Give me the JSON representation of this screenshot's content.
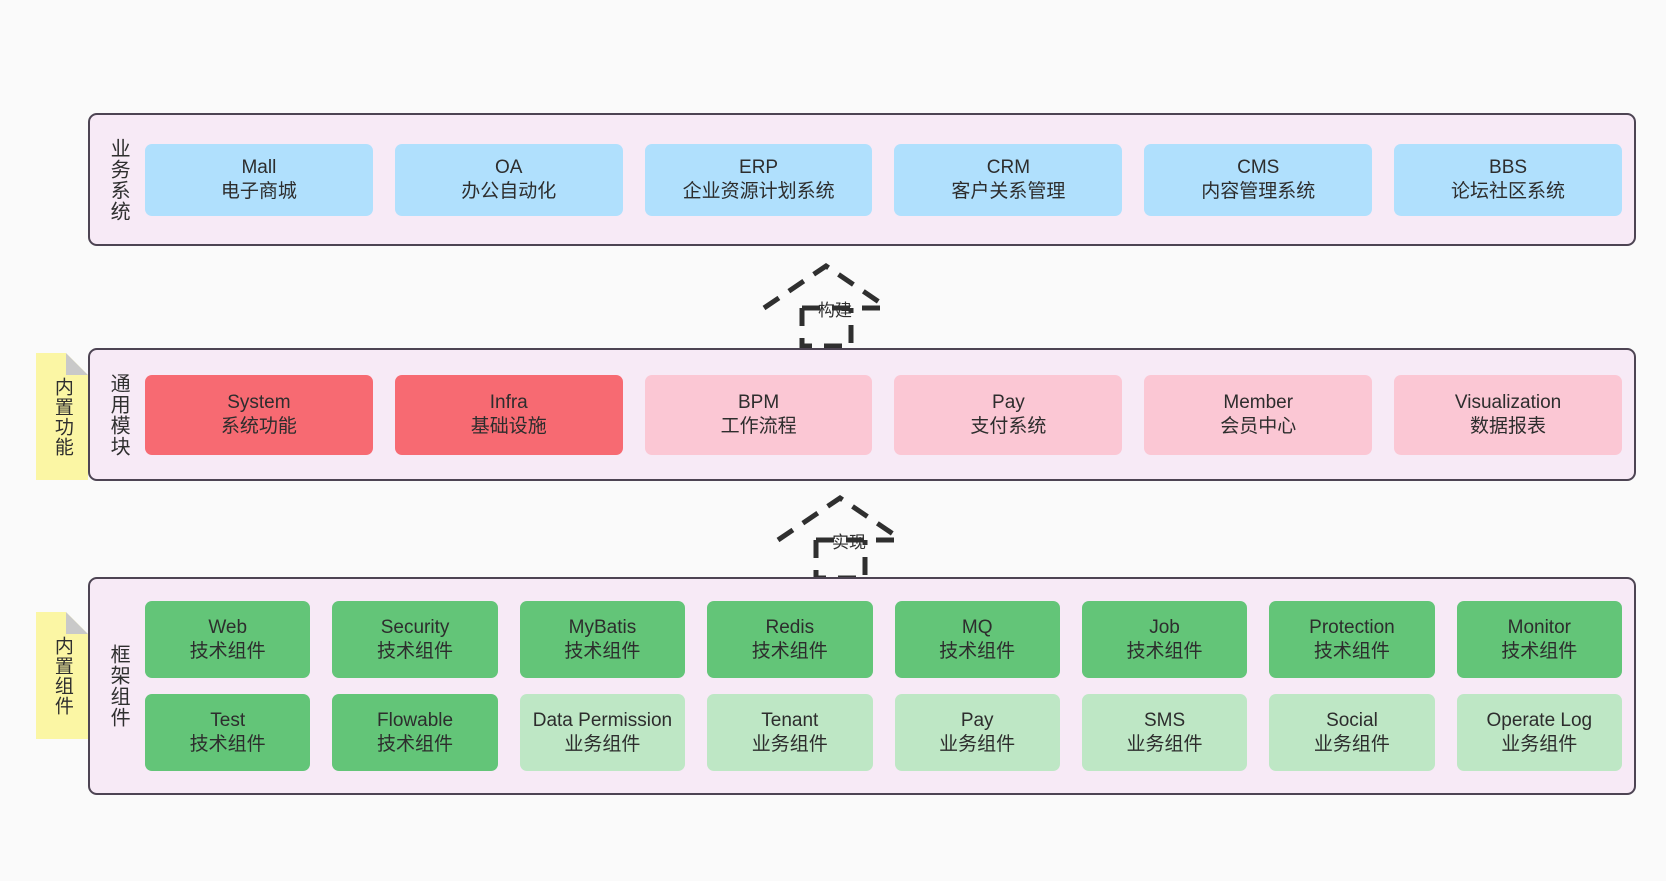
{
  "diagram": {
    "title_present": false,
    "colors": {
      "panel_bg": "#f7eaf6",
      "panel_border": "#4d4453",
      "blue": "#b0e0fd",
      "red": "#f76a72",
      "pink": "#fbc7d4",
      "green": "#63c578",
      "green_light": "#bee7c5",
      "note_yellow": "#fbf6a4",
      "note_fold": "#c9c9c9",
      "canvas_bg": "#fafafa"
    }
  },
  "layers": {
    "business": {
      "title": "业务系统",
      "items": [
        {
          "name": "Mall",
          "desc": "电子商城",
          "style": "blue"
        },
        {
          "name": "OA",
          "desc": "办公自动化",
          "style": "blue"
        },
        {
          "name": "ERP",
          "desc": "企业资源计划系统",
          "style": "blue"
        },
        {
          "name": "CRM",
          "desc": "客户关系管理",
          "style": "blue"
        },
        {
          "name": "CMS",
          "desc": "内容管理系统",
          "style": "blue"
        },
        {
          "name": "BBS",
          "desc": "论坛社区系统",
          "style": "blue"
        }
      ]
    },
    "common": {
      "title": "通用模块",
      "note": "内置功能",
      "items": [
        {
          "name": "System",
          "desc": "系统功能",
          "style": "red"
        },
        {
          "name": "Infra",
          "desc": "基础设施",
          "style": "red"
        },
        {
          "name": "BPM",
          "desc": "工作流程",
          "style": "pink"
        },
        {
          "name": "Pay",
          "desc": "支付系统",
          "style": "pink"
        },
        {
          "name": "Member",
          "desc": "会员中心",
          "style": "pink"
        },
        {
          "name": "Visualization",
          "desc": "数据报表",
          "style": "pink"
        }
      ]
    },
    "framework": {
      "title": "框架组件",
      "note": "内置组件",
      "row1": [
        {
          "name": "Web",
          "desc": "技术组件",
          "style": "green"
        },
        {
          "name": "Security",
          "desc": "技术组件",
          "style": "green"
        },
        {
          "name": "MyBatis",
          "desc": "技术组件",
          "style": "green"
        },
        {
          "name": "Redis",
          "desc": "技术组件",
          "style": "green"
        },
        {
          "name": "MQ",
          "desc": "技术组件",
          "style": "green"
        },
        {
          "name": "Job",
          "desc": "技术组件",
          "style": "green"
        },
        {
          "name": "Protection",
          "desc": "技术组件",
          "style": "green"
        },
        {
          "name": "Monitor",
          "desc": "技术组件",
          "style": "green"
        }
      ],
      "row2": [
        {
          "name": "Test",
          "desc": "技术组件",
          "style": "green"
        },
        {
          "name": "Flowable",
          "desc": "技术组件",
          "style": "green"
        },
        {
          "name": "Data Permission",
          "desc": "业务组件",
          "style": "green_light"
        },
        {
          "name": "Tenant",
          "desc": "业务组件",
          "style": "green_light"
        },
        {
          "name": "Pay",
          "desc": "业务组件",
          "style": "green_light"
        },
        {
          "name": "SMS",
          "desc": "业务组件",
          "style": "green_light"
        },
        {
          "name": "Social",
          "desc": "业务组件",
          "style": "green_light"
        },
        {
          "name": "Operate Log",
          "desc": "业务组件",
          "style": "green_light"
        }
      ]
    }
  },
  "connectors": [
    {
      "label": "构建",
      "from": "通用模块",
      "to": "业务系统",
      "arrow": "dashed-hollow-triangle-up"
    },
    {
      "label": "实现",
      "from": "框架组件",
      "to": "通用模块",
      "arrow": "dashed-hollow-triangle-up"
    }
  ]
}
